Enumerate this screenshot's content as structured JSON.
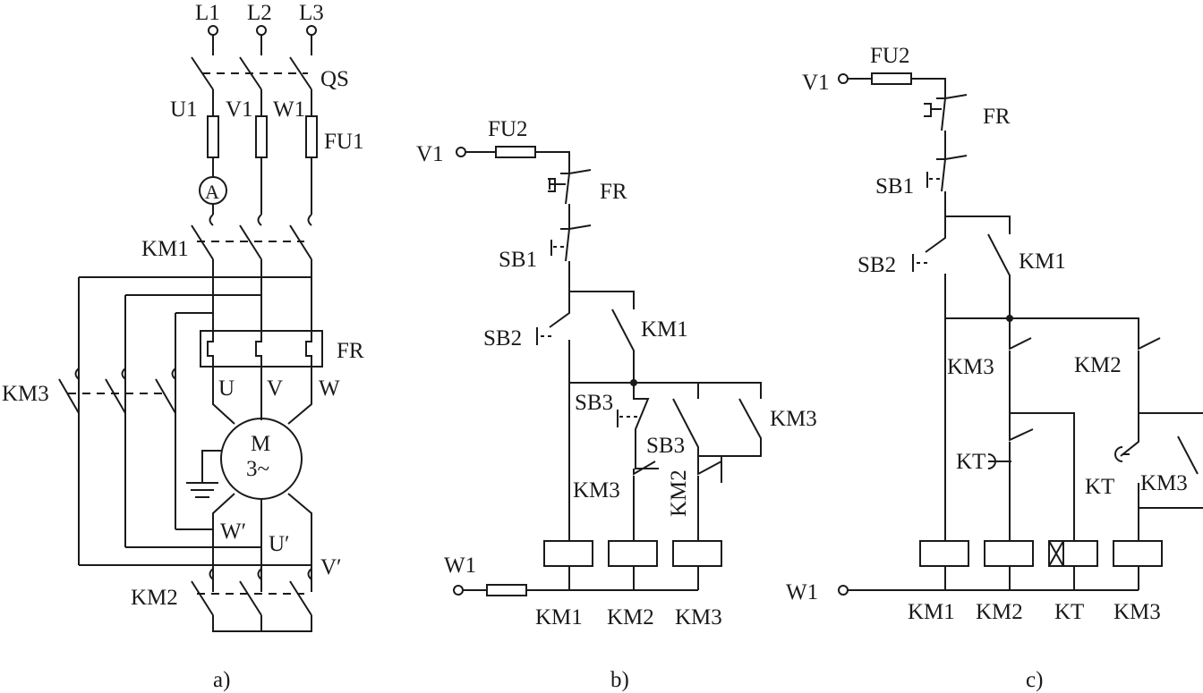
{
  "panel_a": {
    "caption": "a)",
    "phases": [
      "L1",
      "L2",
      "L3"
    ],
    "switch": "QS",
    "lines": [
      "U1",
      "V1",
      "W1"
    ],
    "fuse": "FU1",
    "ammeter": "A",
    "contactor_main": "KM1",
    "overload": "FR",
    "motor_terminals": [
      "U",
      "V",
      "W"
    ],
    "motor_line1": "M",
    "motor_line2": "3~",
    "contactor_star": "KM3",
    "delta_terminals": [
      "W′",
      "U′",
      "V′"
    ],
    "contactor_delta": "KM2"
  },
  "panel_b": {
    "caption": "b)",
    "supply_top": "V1",
    "fuse": "FU2",
    "overload": "FR",
    "stop": "SB1",
    "start": "SB2",
    "hold": "KM1",
    "switch_button_1": "SB3",
    "switch_button_2": "SB3",
    "interlock_km3": "KM3",
    "interlock_km2": "KM2",
    "hold_km3": "KM3",
    "supply_bottom": "W1",
    "coils": [
      "KM1",
      "KM2",
      "KM3"
    ]
  },
  "panel_c": {
    "caption": "c)",
    "supply_top": "V1",
    "fuse": "FU2",
    "overload": "FR",
    "stop": "SB1",
    "start": "SB2",
    "hold": "KM1",
    "interlock_km3": "KM3",
    "interlock_km2": "KM2",
    "timer_contact_1": "KT",
    "timer_contact_2": "KT",
    "hold_km3": "KM3",
    "supply_bottom": "W1",
    "coils": [
      "KM1",
      "KM2",
      "KT",
      "KM3"
    ]
  }
}
